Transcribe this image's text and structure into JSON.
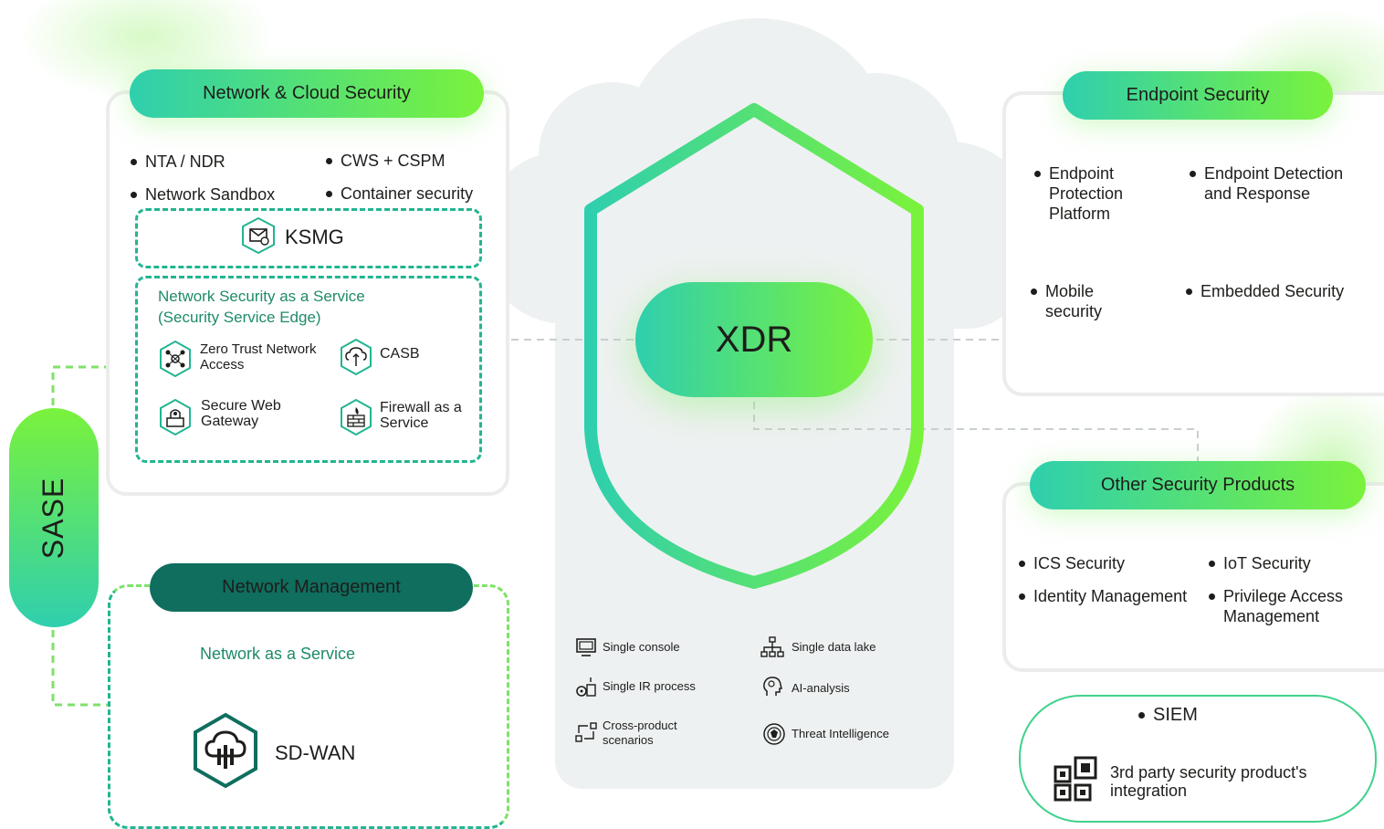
{
  "xdr": {
    "label": "XDR",
    "features": [
      {
        "id": "console",
        "label": "Single console",
        "icon": "monitor-icon"
      },
      {
        "id": "datalake",
        "label": "Single data lake",
        "icon": "hierarchy-icon"
      },
      {
        "id": "ir",
        "label": "Single IR process",
        "icon": "process-icon"
      },
      {
        "id": "ai",
        "label": "AI-analysis",
        "icon": "brain-icon"
      },
      {
        "id": "cross",
        "label": "Cross-product\nscenarios",
        "icon": "cross-arrows-icon"
      },
      {
        "id": "ti",
        "label": "Threat Intelligence",
        "icon": "globe-icon"
      }
    ]
  },
  "network_cloud": {
    "title": "Network & Cloud Security",
    "bullets": [
      "NTA / NDR",
      "CWS + CSPM",
      "Network Sandbox",
      "Container security"
    ],
    "ksmg": "KSMG",
    "nsaas_title_1": "Network Security as a Service",
    "nsaas_title_2": "(Security Service Edge)",
    "services": [
      {
        "label": "Zero Trust Network\nAccess",
        "icon": "network-nodes-icon"
      },
      {
        "label": "CASB",
        "icon": "cloud-upload-icon"
      },
      {
        "label": "Secure Web\nGateway",
        "icon": "web-gateway-icon"
      },
      {
        "label": "Firewall as a\nService",
        "icon": "firewall-icon"
      }
    ]
  },
  "sase": {
    "label": "SASE"
  },
  "network_management": {
    "title": "Network Management",
    "subtitle": "Network as a Service",
    "sdwan": "SD-WAN"
  },
  "endpoint": {
    "title": "Endpoint Security",
    "bullets": [
      "Endpoint\nProtection\nPlatform",
      "Endpoint Detection\nand Response",
      "Mobile\nsecurity",
      "Embedded Security"
    ]
  },
  "other": {
    "title": "Other Security Products",
    "bullets": [
      "ICS Security",
      "IoT Security",
      "Identity Management",
      "Privilege Access\nManagement"
    ]
  },
  "siem": {
    "label": "SIEM",
    "integration": "3rd party security product's\nintegration"
  },
  "colors": {
    "gradient_start": "#2fcfae",
    "gradient_end": "#7af23c",
    "dark_teal": "#0f6e5e",
    "accent_text": "#1f8a6a"
  }
}
